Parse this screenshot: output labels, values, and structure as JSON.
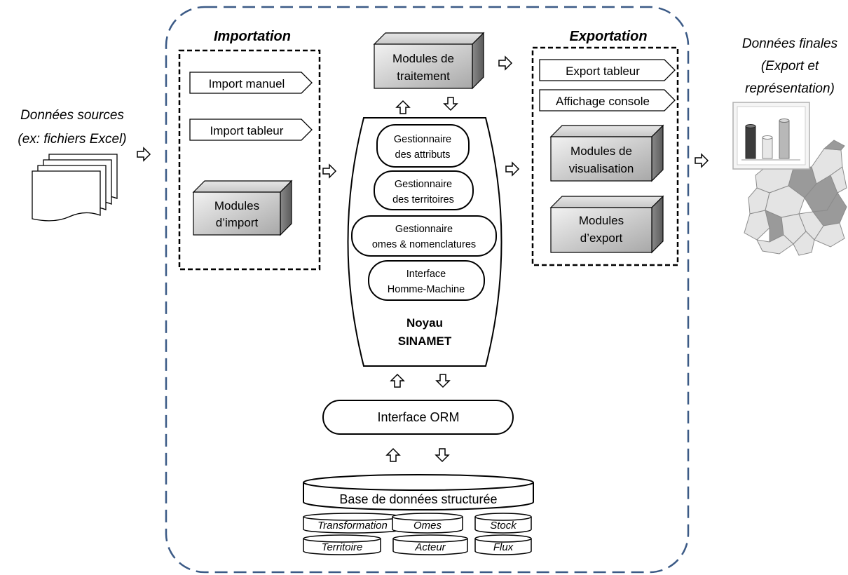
{
  "sources": {
    "line1": "Données sources",
    "line2": "(ex: fichiers Excel)"
  },
  "finals": {
    "line1": "Données finales",
    "line2": "(Export et",
    "line3": "représentation)"
  },
  "importation": {
    "title": "Importation",
    "manual": "Import manuel",
    "sheet": "Import tableur",
    "module_l1": "Modules",
    "module_l2": "d’import"
  },
  "exportation": {
    "title": "Exportation",
    "sheet": "Export tableur",
    "console": "Affichage console",
    "vis_l1": "Modules de",
    "vis_l2": "visualisation",
    "exp_l1": "Modules",
    "exp_l2": "d’export"
  },
  "processing": {
    "l1": "Modules de",
    "l2": "traitement"
  },
  "core": {
    "attr_l1": "Gestionnaire",
    "attr_l2": "des attributs",
    "terr_l1": "Gestionnaire",
    "terr_l2": "des territoires",
    "omes_l1": "Gestionnaire",
    "omes_l2": "omes & nomenclatures",
    "ihm_l1": "Interface",
    "ihm_l2": "Homme-Machine",
    "name_l1": "Noyau",
    "name_l2": "SINAMET"
  },
  "orm": "Interface ORM",
  "database": {
    "title": "Base de données structurée",
    "tables": [
      "Transformation",
      "Omes",
      "Stock",
      "Territoire",
      "Acteur",
      "Flux"
    ]
  },
  "colors": {
    "frame": "#3b5a86",
    "box_gray": "#cfcfcf",
    "map_light": "#e4e4e4",
    "map_dark": "#9a9a9a"
  }
}
